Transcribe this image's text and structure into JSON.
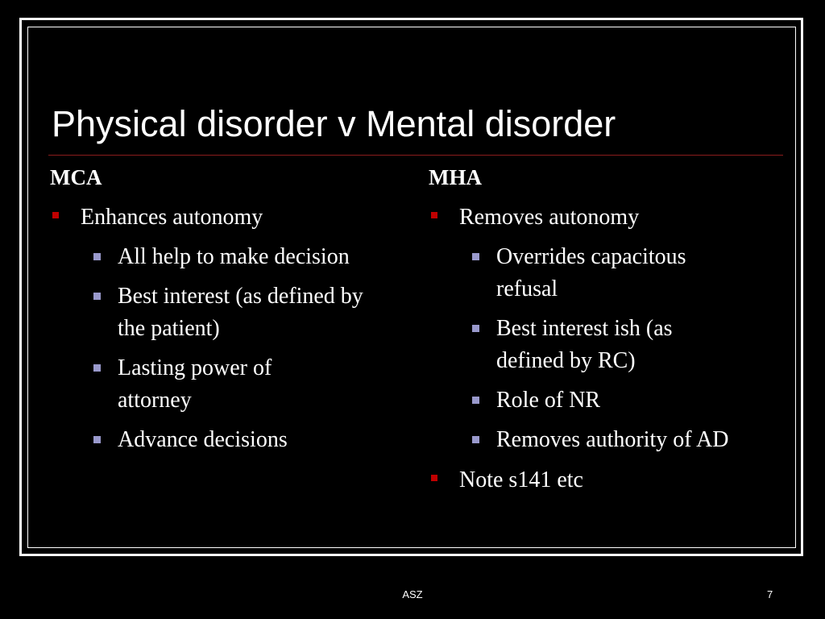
{
  "slide": {
    "title": "Physical disorder v Mental disorder",
    "footer_text": "ASZ",
    "page_number": "7"
  },
  "left": {
    "heading": "MCA",
    "item1": "Enhances autonomy",
    "sub": [
      "All help to make decision",
      "Best interest (as defined by the patient)",
      "Lasting power of attorney",
      "Advance decisions"
    ]
  },
  "right": {
    "heading": "MHA",
    "item1": "Removes autonomy",
    "sub": [
      "Overrides capacitous refusal",
      "Best interest ish (as defined by RC)",
      "Role of NR",
      "Removes authority of AD"
    ],
    "item2": "Note s141 etc"
  },
  "colors": {
    "background": "#000000",
    "text": "#ffffff",
    "level1_bullet": "#c00000",
    "level2_bullet": "#9999cc",
    "title_rule": "#8a1c1c"
  }
}
